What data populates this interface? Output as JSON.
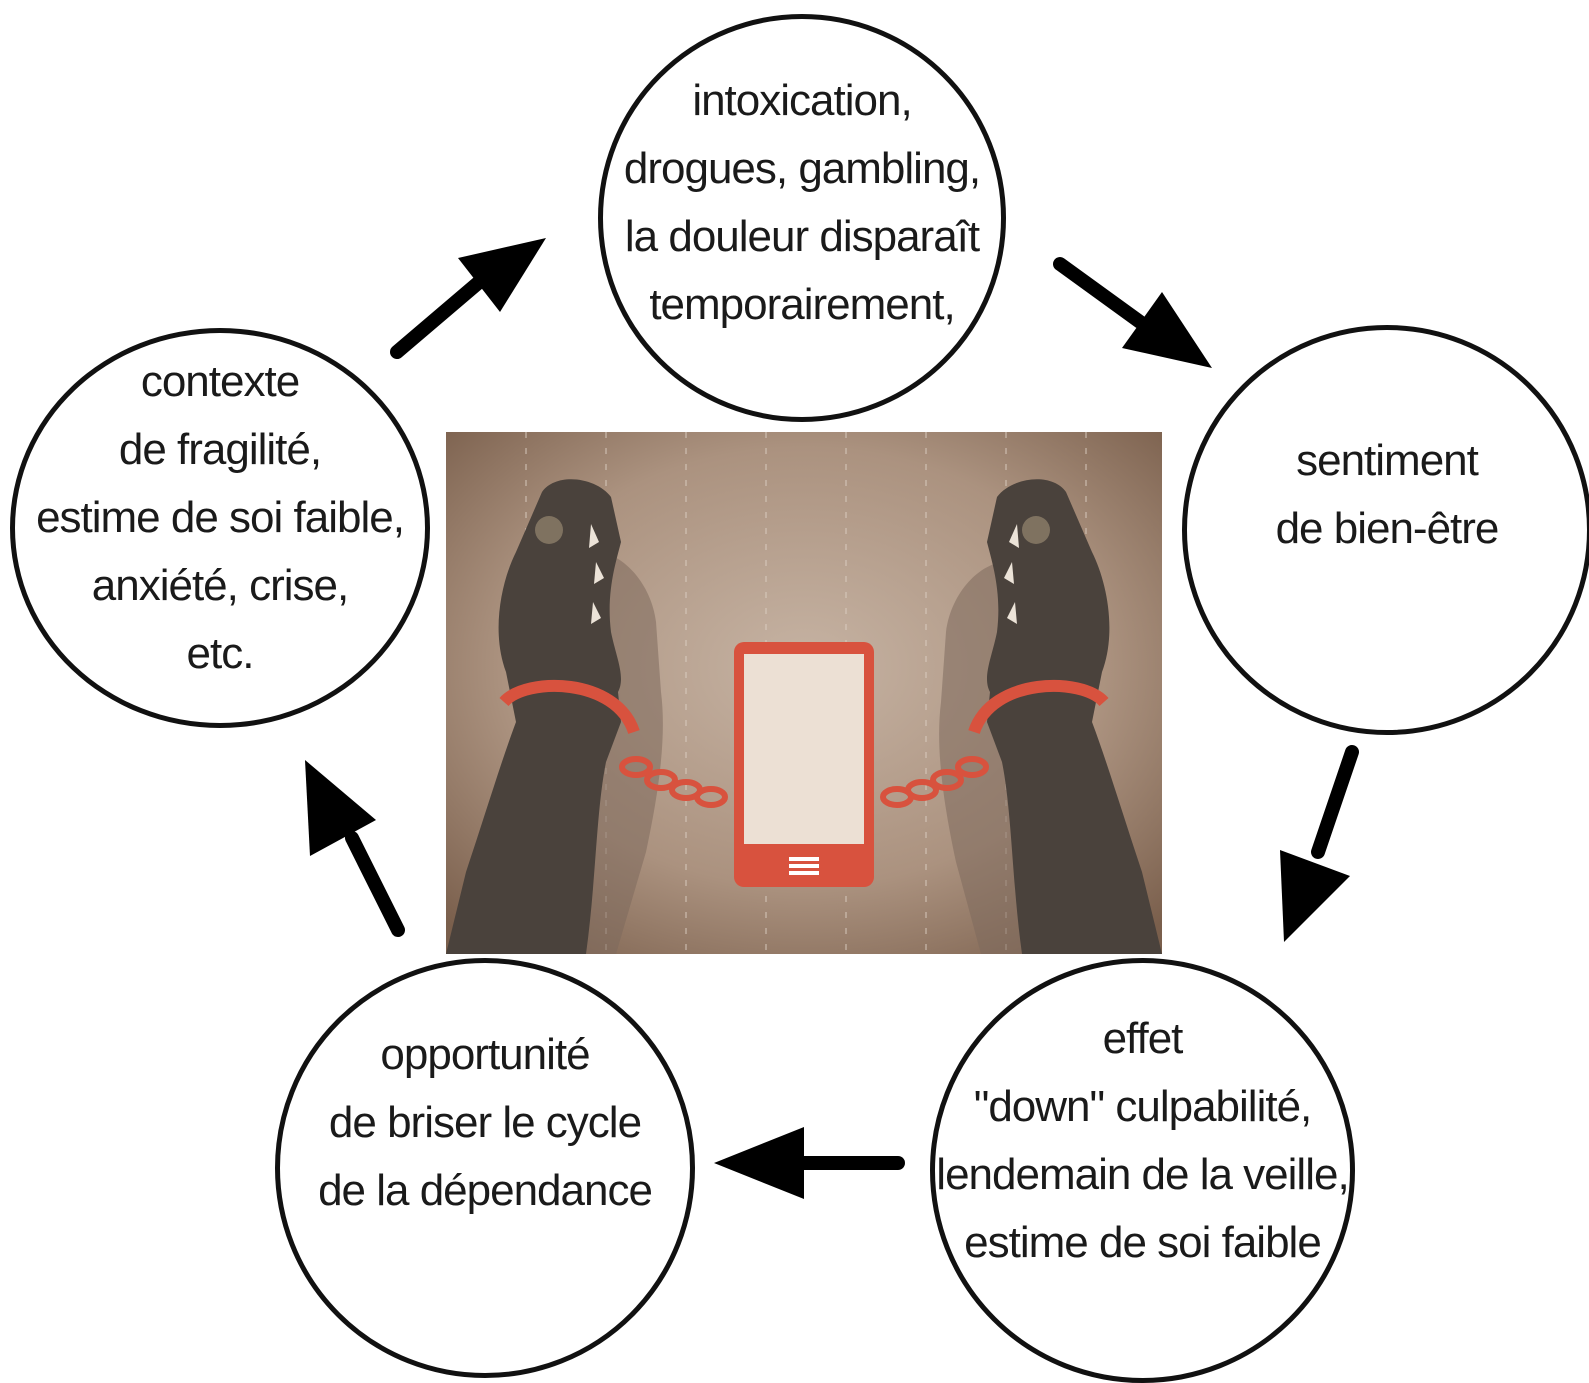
{
  "cycle": {
    "nodes": [
      {
        "id": "top",
        "lines": [
          "intoxication,",
          "drogues, gambling,",
          "la douleur disparaît",
          "temporairement,"
        ]
      },
      {
        "id": "right",
        "lines": [
          "sentiment",
          "de bien-être"
        ]
      },
      {
        "id": "bottom_right",
        "lines": [
          "effet",
          "\"down\" culpabilité,",
          "lendemain de la veille,",
          "estime de soi faible"
        ]
      },
      {
        "id": "bottom_left",
        "lines": [
          "opportunité",
          "de briser le cycle",
          "de la dépendance"
        ]
      },
      {
        "id": "left",
        "lines": [
          "contexte",
          "de fragilité,",
          "estime de soi faible,",
          "anxiété, crise,",
          "etc."
        ]
      }
    ],
    "arrow_direction": "clockwise"
  },
  "illustration": {
    "subject": "handcuffed-hands-chained-to-smartphone",
    "colors": {
      "background": "#a89080",
      "hands": "#4a423c",
      "cuffs": "#d8523e",
      "phone_body": "#d8523e",
      "phone_screen": "#ece0d4"
    }
  }
}
